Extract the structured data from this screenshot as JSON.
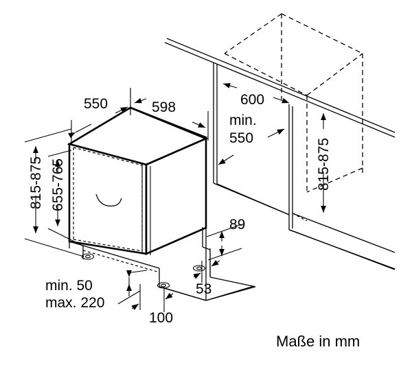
{
  "drawing": {
    "kind": "installation-dimension-drawing",
    "subject": "built-in dishwasher niche installation",
    "unit_note": "Maße in mm",
    "line_color": "#000000",
    "background_color": "#ffffff"
  },
  "dimensions": {
    "depth_top": "550",
    "width_top": "598",
    "height_total": "815-875",
    "height_body": "655-765",
    "niche_width": "600",
    "niche_depth_min_label": "min.",
    "niche_depth_min_value": "550",
    "niche_height": "815-875",
    "plinth_height": "89",
    "plinth_setback": "53",
    "foot_offset": "100",
    "base_min_label": "min. 50",
    "base_max_label": "max. 220"
  },
  "labels": {
    "unit": "Maße in mm"
  }
}
